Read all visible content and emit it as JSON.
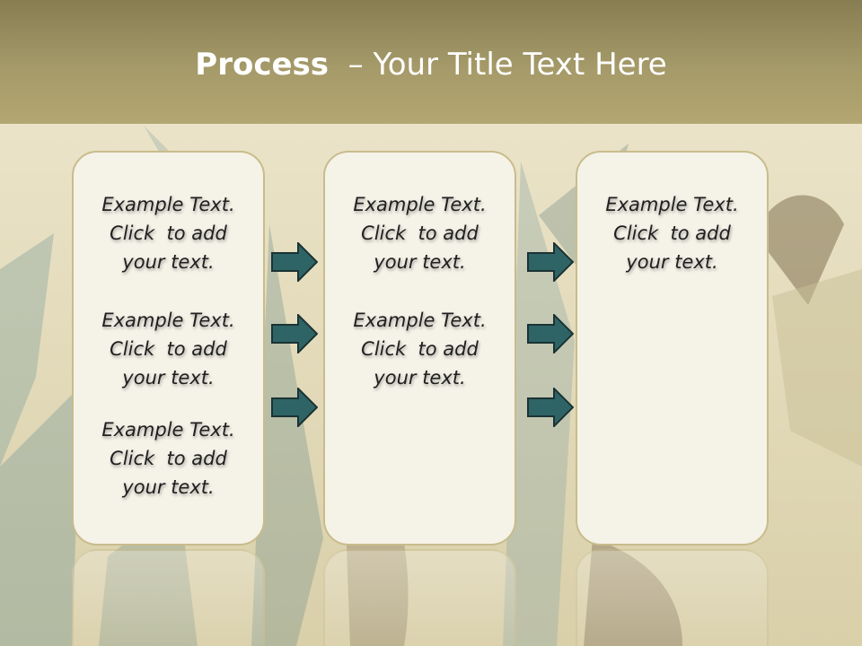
{
  "slide": {
    "title_bold": "Process",
    "title_rest": "– Your Title Text Here",
    "columns": [
      {
        "blocks": [
          {
            "lines": [
              "Example Text.",
              "Click  to add",
              "your text."
            ]
          },
          {
            "lines": [
              "Example Text.",
              "Click  to add",
              "your text."
            ]
          },
          {
            "lines": [
              "Example Text.",
              "Click  to add",
              "your text."
            ]
          }
        ]
      },
      {
        "blocks": [
          {
            "lines": [
              "Example Text.",
              "Click  to add",
              "your text."
            ]
          },
          {
            "lines": [
              "Example Text.",
              "Click  to add",
              "your text."
            ]
          }
        ]
      },
      {
        "blocks": [
          {
            "lines": [
              "Example Text.",
              "Click  to add",
              "your text."
            ]
          }
        ]
      }
    ],
    "colors": {
      "arrow_fill": "#2f6466",
      "arrow_stroke": "#1b3334",
      "card_fill": "#f5f2e8",
      "card_border": "#c8bc8c",
      "title_bar": "#a59a69"
    },
    "icons": [
      "right-arrow-icon"
    ]
  }
}
